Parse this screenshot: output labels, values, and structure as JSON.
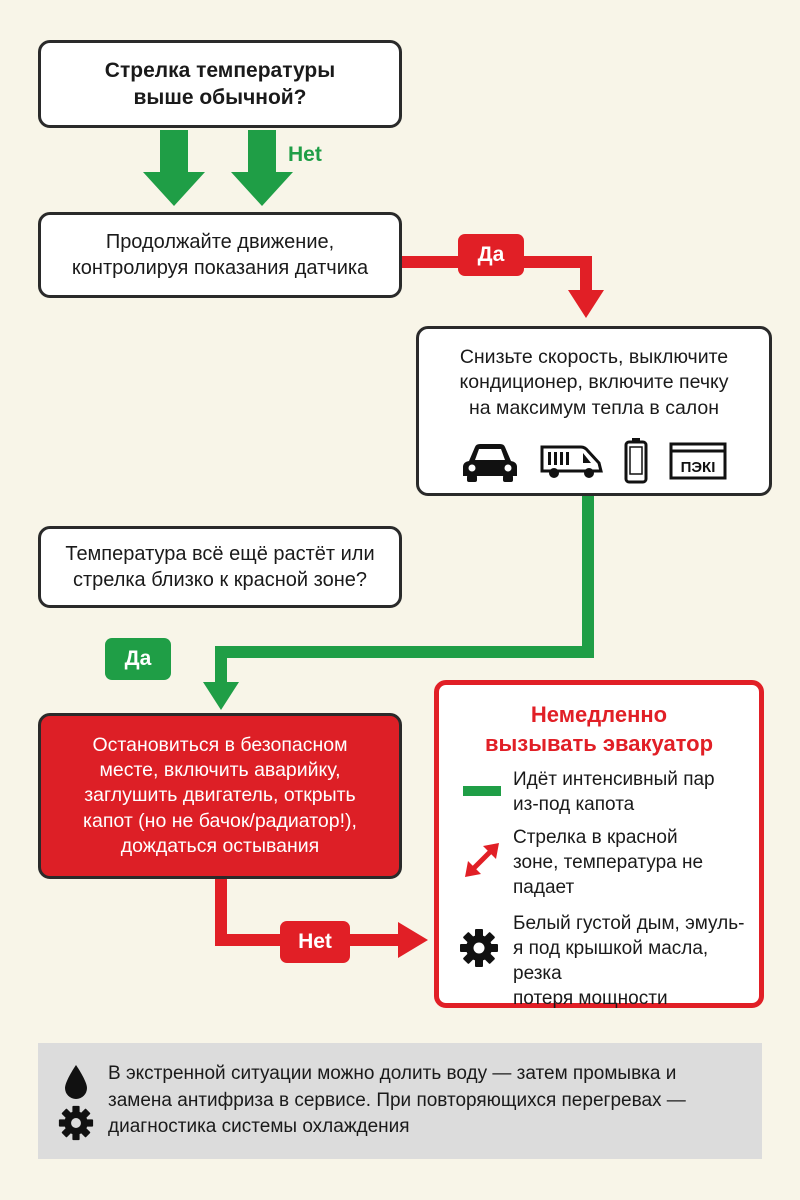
{
  "question1": "Стрелка температуры\nвыше обычной?",
  "no_label_top": "Нet",
  "continue_box": "Продолжайте движение,\nконтролируя показания датчика",
  "yes_label_top": "Да",
  "reduce_box": {
    "text": "Снизьте скорость, выключите\nкондиционер, включите печку\nна максимум тепла в салон",
    "icons": [
      "car-icon",
      "van-icon",
      "phone-icon",
      "display-icon"
    ],
    "display_text": "ПЭКI"
  },
  "question2": "Температура всё ещё растёт или\nстрелка близко к красной зоне?",
  "yes_label_mid": "Да",
  "stop_box": "Остановиться в безопасном\nместе, включить аварийку,\nзаглушить двигатель, открыть\nкапот (но не бачок/радиатор!),\nдождаться остывания",
  "no_label_bottom": "Нet",
  "tow_box": {
    "title": "Немедленно\nвызывать эвакуатор",
    "items": [
      {
        "icon": "green-bar-icon",
        "text": "Идёт интенсивный пар\nиз-под капота"
      },
      {
        "icon": "double-arrow-icon",
        "text": "Стрелка в красной\nзоне, температура не\nпадает"
      },
      {
        "icon": "gear-icon",
        "text": "Белый густой дым, эмуль-\nя под крышкой масла, резка\nпотеря мощности"
      }
    ]
  },
  "note": {
    "icons": [
      "drop-icon",
      "gear-icon"
    ],
    "text": "В экстренной ситуации можно долить воду — затем промывка и\nзамена антифриза в сервисе. При повторяющихся перегревах —\nдиагностика системы охлаждения"
  },
  "colors": {
    "green": "#1f9e46",
    "red": "#e11f26",
    "background": "#f8f5e8"
  }
}
